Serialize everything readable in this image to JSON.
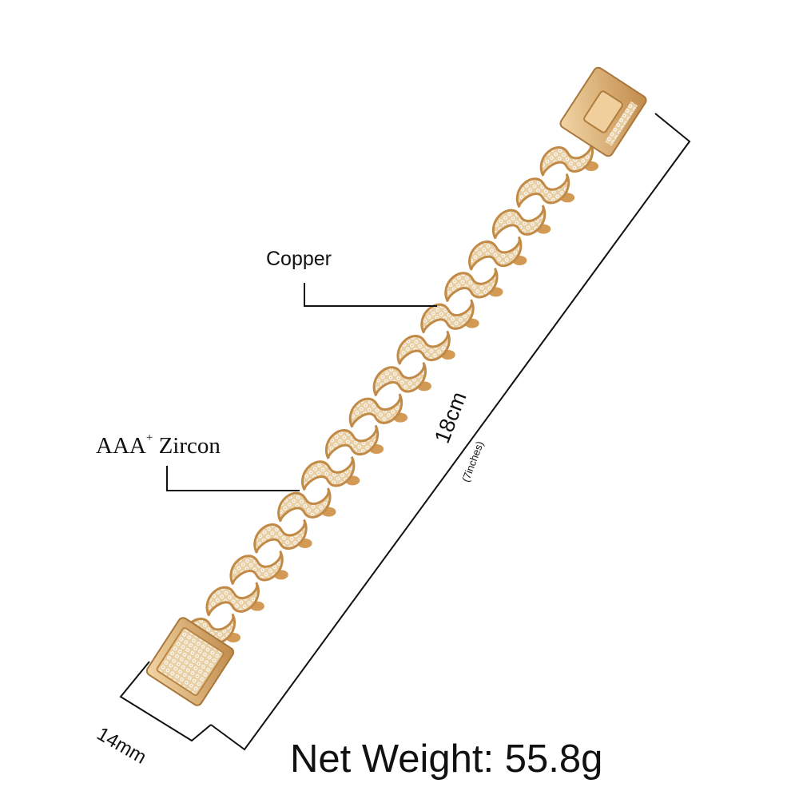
{
  "product": {
    "material_label": "Copper",
    "stone_label_grade": "AAA",
    "stone_label_plus": "+",
    "stone_label_name": "Zircon",
    "length_label": "18cm",
    "length_inches_label": "(7inches)",
    "width_label": "14mm",
    "weight_label": "Net Weight: 55.8g"
  },
  "colors": {
    "gold": "#d9a868",
    "gold_dark": "#b07c3c",
    "gold_light": "#f6dcb0",
    "stone": "#f4ece0",
    "line": "#111111",
    "background": "#ffffff"
  }
}
